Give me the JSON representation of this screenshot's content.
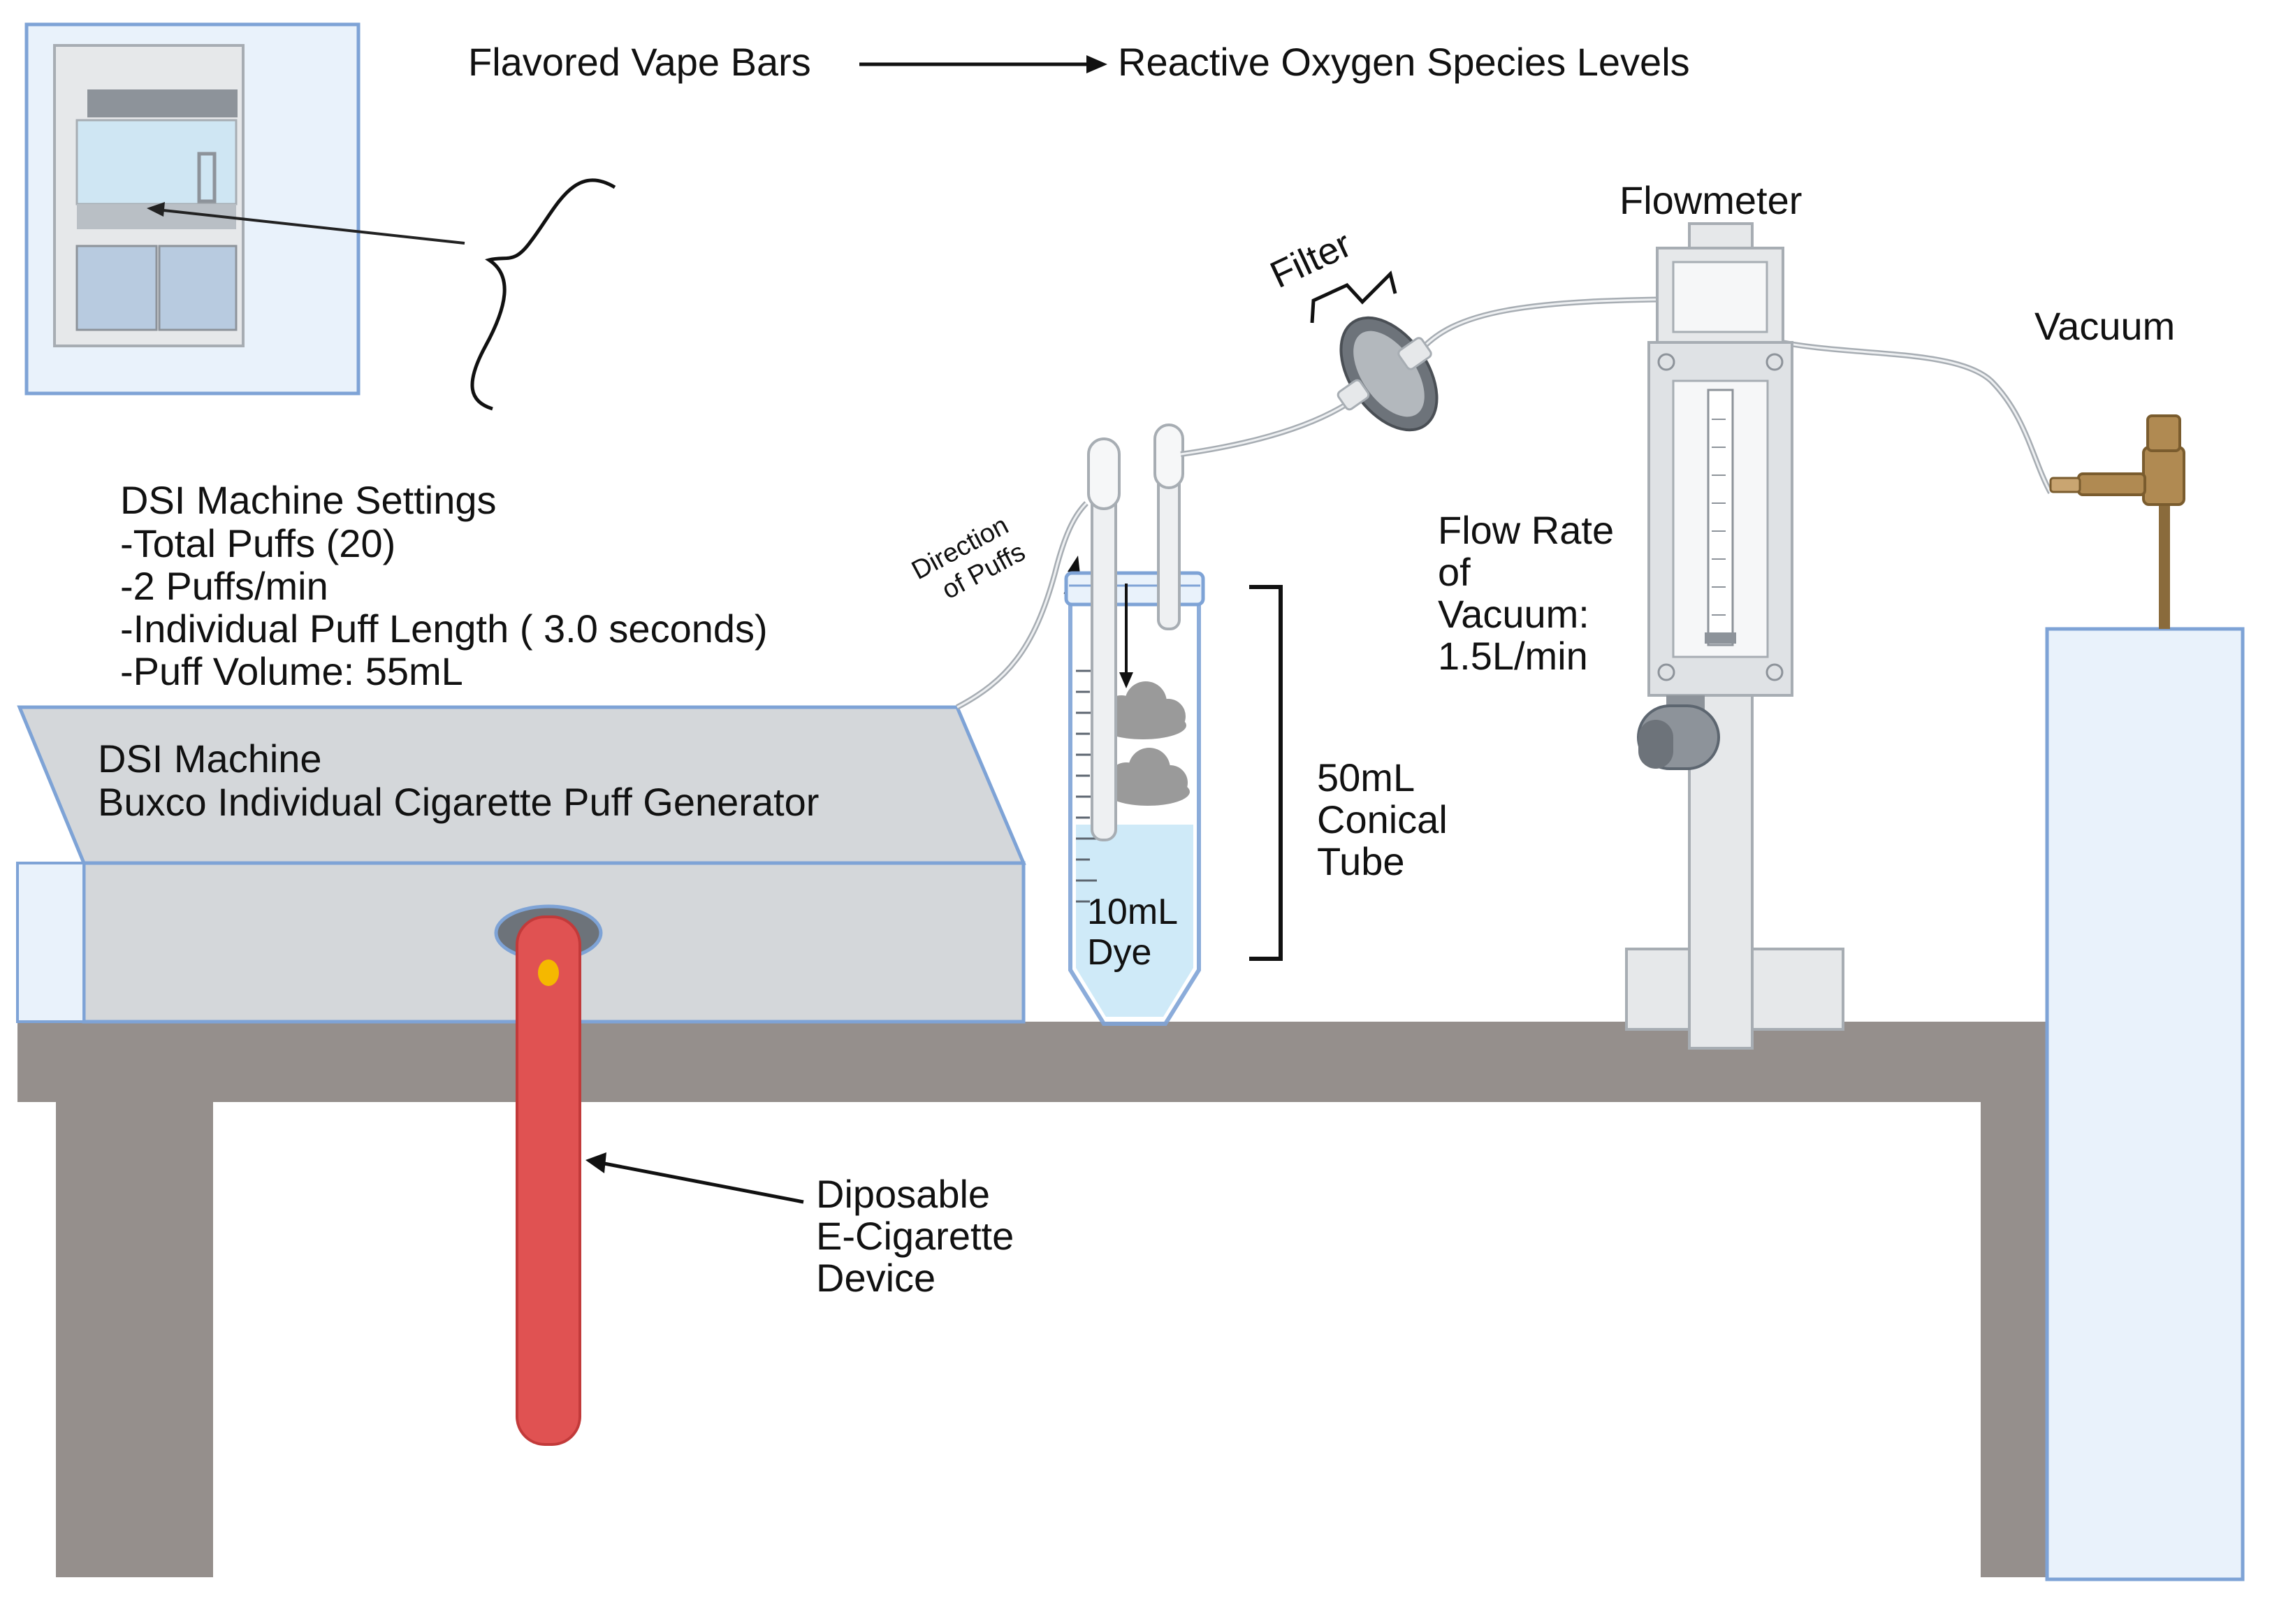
{
  "title": {
    "left": "Flavored Vape Bars",
    "right": "Reactive Oxygen Species Levels"
  },
  "settings": {
    "heading": "DSI Machine Settings",
    "items": [
      "-Total Puffs (20)",
      "-2 Puffs/min",
      "-Individual Puff Length ( 3.0 seconds)",
      "-Puff Volume: 55mL"
    ]
  },
  "machine": {
    "line1": "DSI Machine",
    "line2": "Buxco Individual Cigarette Puff Generator"
  },
  "direction": {
    "line1": "Direction",
    "line2": "of Puffs"
  },
  "filter_label": "Filter",
  "flowmeter_label": "Flowmeter",
  "vacuum_label": "Vacuum",
  "flow_rate": [
    "Flow Rate",
    "of",
    "Vacuum:",
    "1.5L/min"
  ],
  "tube_label": [
    "50mL",
    "Conical",
    "Tube"
  ],
  "dye_label": [
    "10mL",
    "Dye"
  ],
  "ecig_label": [
    "Diposable",
    "E-Cigarette",
    "Device"
  ],
  "colors": {
    "table": "#958f8c",
    "machine": "#d4d7da",
    "machine_stroke": "#7ea3d6",
    "ecig": "#e05252",
    "ecig_dot": "#f5b800",
    "dye": "#cfeaf8",
    "vacuum_box": "#e9f2fb"
  }
}
